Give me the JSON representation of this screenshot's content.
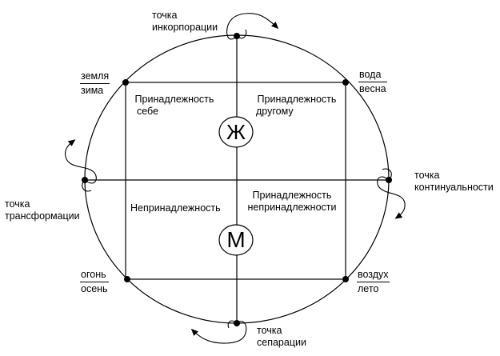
{
  "points": {
    "top": {
      "line1": "точка",
      "line2": "инкорпорации"
    },
    "left": {
      "line1": "точка",
      "line2": "трансформации"
    },
    "right": {
      "line1": "точка",
      "line2": "континуальности"
    },
    "bottom": {
      "line1": "точка",
      "line2": "сепарации"
    }
  },
  "corners": {
    "top_left": {
      "top": "земля",
      "bottom": "зима"
    },
    "top_right": {
      "top": "вода",
      "bottom": "весна"
    },
    "bottom_left": {
      "top": "огонь",
      "bottom": "осень"
    },
    "bottom_right": {
      "top": "воздух",
      "bottom": "лето"
    }
  },
  "quadrants": {
    "top_left": {
      "line1": "Принадлежность",
      "line2": "себе"
    },
    "top_right": {
      "line1": "Принадлежность",
      "line2": "другому"
    },
    "bottom_left": {
      "line1": "Непринадлежность"
    },
    "bottom_right": {
      "line1": "Принадлежность",
      "line2": "непринадлежности"
    }
  },
  "symbols": {
    "upper": "Ж",
    "lower": "M"
  },
  "colors": {
    "stroke": "#000000",
    "background": "#ffffff"
  }
}
